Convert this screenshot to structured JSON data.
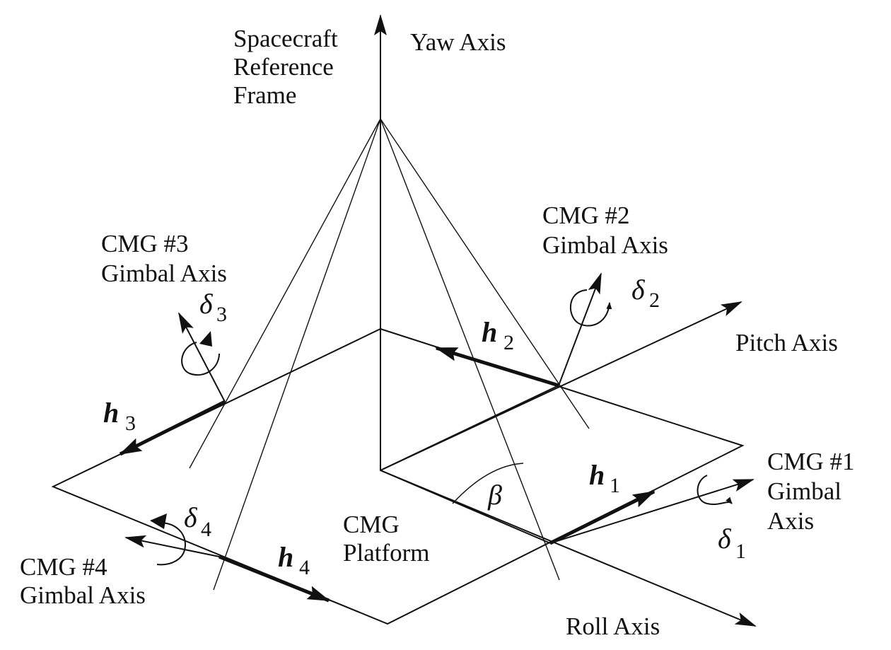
{
  "labels": {
    "ref_frame": [
      "Spacecraft",
      "Reference",
      "Frame"
    ],
    "yaw_axis": "Yaw Axis",
    "pitch_axis": "Pitch Axis",
    "roll_axis": "Roll Axis",
    "cmg1": [
      "CMG #1",
      "Gimbal",
      "Axis"
    ],
    "cmg2": [
      "CMG #2",
      "Gimbal Axis"
    ],
    "cmg3": [
      "CMG #3",
      "Gimbal Axis"
    ],
    "cmg4": [
      "CMG #4",
      "Gimbal Axis"
    ],
    "platform": [
      "CMG",
      "Platform"
    ],
    "angle": "β"
  },
  "momentum_vectors": [
    {
      "symbol": "h",
      "index": "1"
    },
    {
      "symbol": "h",
      "index": "2"
    },
    {
      "symbol": "h",
      "index": "3"
    },
    {
      "symbol": "h",
      "index": "4"
    }
  ],
  "gimbal_angles": [
    {
      "symbol": "δ",
      "index": "1"
    },
    {
      "symbol": "δ",
      "index": "2"
    },
    {
      "symbol": "δ",
      "index": "3"
    },
    {
      "symbol": "δ",
      "index": "4"
    }
  ],
  "colors": {
    "ink": "#111111",
    "background": "#ffffff"
  }
}
